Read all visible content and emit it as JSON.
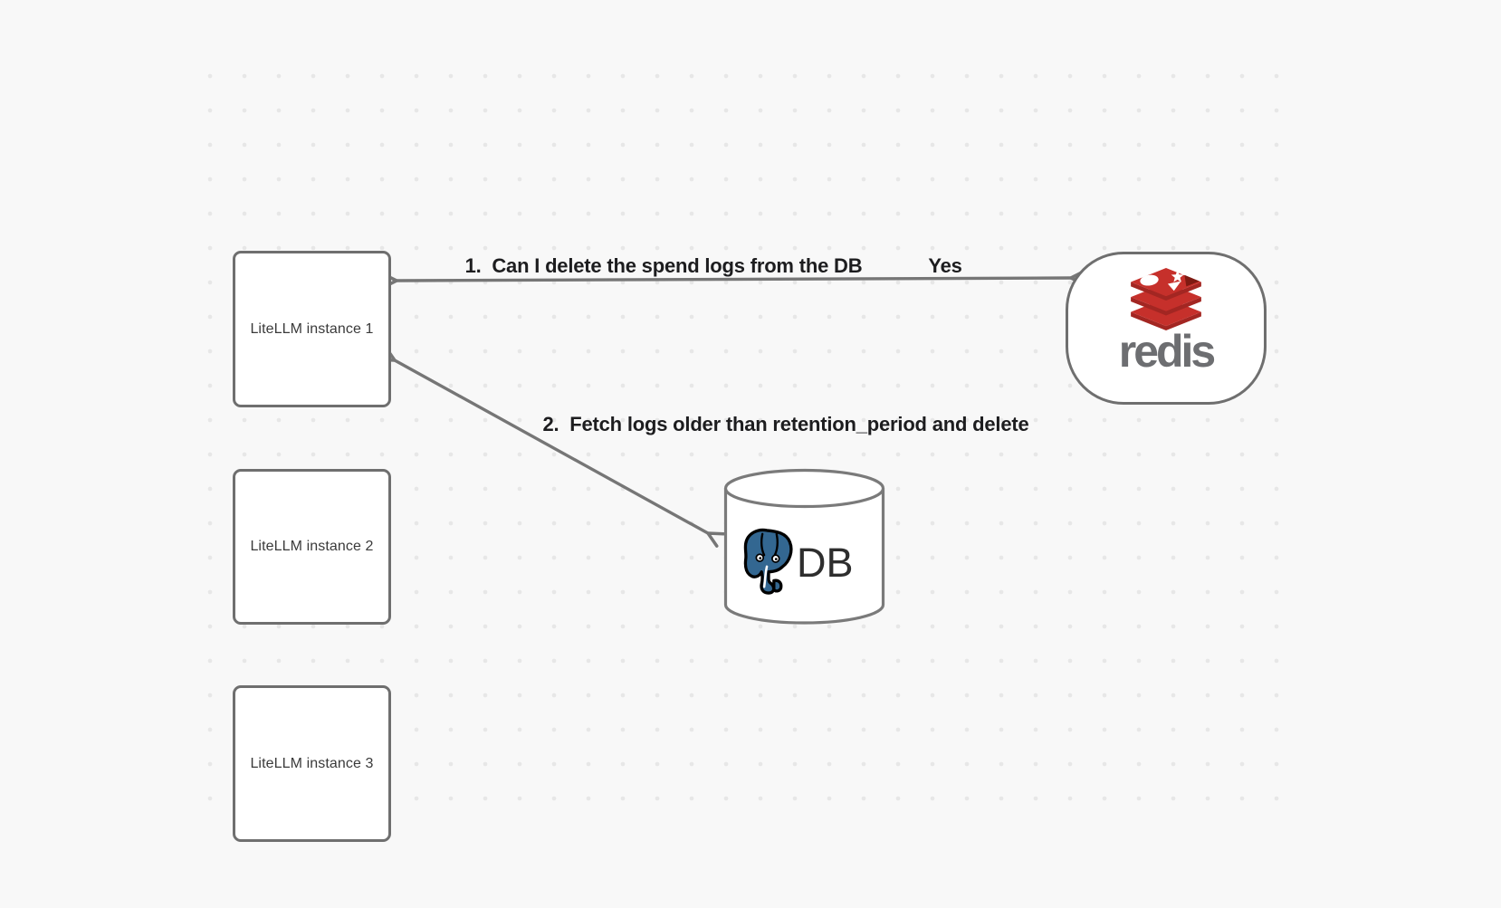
{
  "canvas": {
    "background_color": "#f8f8f8",
    "dot_color": "#e7e7e7",
    "stroke_color": "#767676",
    "label_color": "#1d1d1f"
  },
  "nodes": {
    "instances": [
      {
        "label": "LiteLLM instance 1"
      },
      {
        "label": "LiteLLM instance 2"
      },
      {
        "label": "LiteLLM instance 3"
      }
    ],
    "redis": {
      "label": "redis",
      "icon": "redis-stack-logo",
      "red": "#c6302b",
      "red_dark": "#a32622",
      "notch_red": "#7e1a12",
      "text_color": "#6d6e71"
    },
    "database": {
      "label": "DB",
      "icon": "postgresql-elephant-logo",
      "blue": "#336791",
      "text_color": "#2e2e2e"
    }
  },
  "edges": [
    {
      "label": "1.  Can I delete the spend logs from the DB",
      "response": "Yes",
      "style": "double-headed-arrow"
    },
    {
      "label": "2.  Fetch logs older than retention_period and delete",
      "style": "double-headed-arrow"
    }
  ]
}
